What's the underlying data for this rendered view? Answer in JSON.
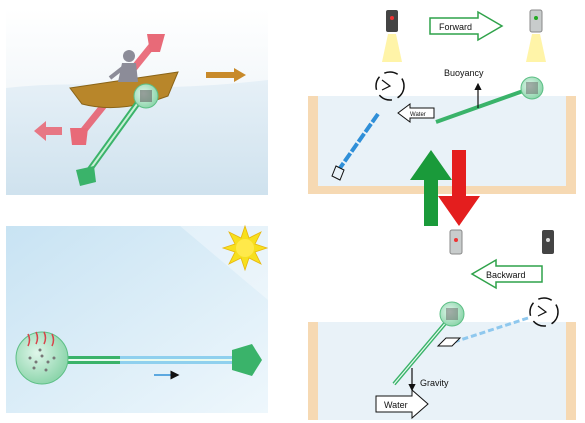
{
  "labels": {
    "forward": "Forward",
    "buoyancy": "Buoyancy",
    "backward": "Backward",
    "gravity": "Gravity",
    "water_small": "Water",
    "water_large": "Water"
  },
  "colors": {
    "green_arrow": "#1a9a3a",
    "red_arrow": "#e41e1e",
    "tank_wall": "#f6d9b3",
    "tank_water": "#e9f2f8",
    "boat": "#b8862a",
    "rod_green": "#3ab36a",
    "rod_blue": "#2f8fd8",
    "sun": "#f7e01e"
  },
  "icons": [
    "rower-figure-icon",
    "boat-icon",
    "sun-icon",
    "flashlight-icon",
    "rotation-arrows-icon"
  ]
}
